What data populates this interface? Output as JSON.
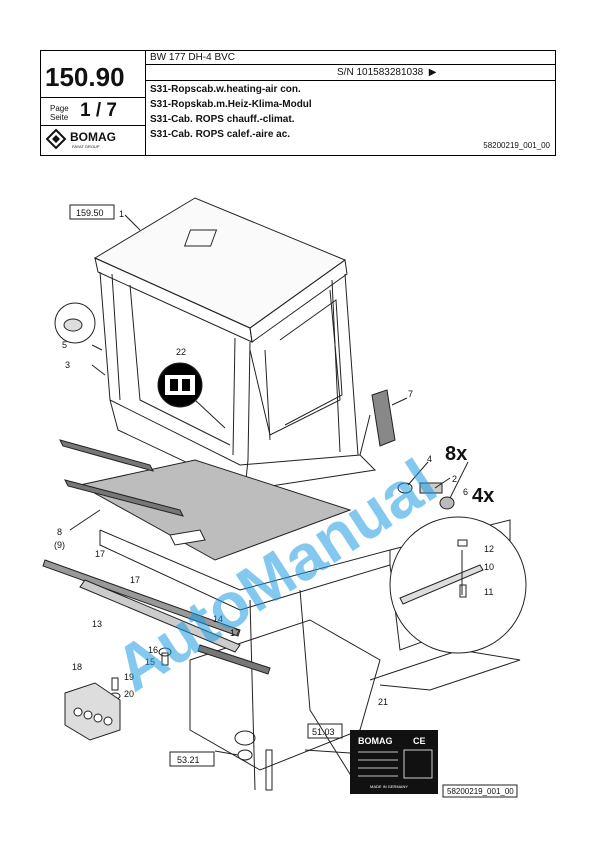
{
  "header": {
    "model": "BW 177 DH-4 BVC",
    "serial": "S/N 101583281038",
    "serial_arrow": "▶",
    "part_number": "150.90",
    "page_label_1": "Page",
    "page_label_2": "Seite",
    "page_value": "1 / 7",
    "logo_text": "BOMAG",
    "logo_subtext": "FAYAT GROUP",
    "descriptions": [
      "S31-Ropscab.w.heating-air con.",
      "S31-Ropskab.m.Heiz-Klima-Modul",
      "S31-Cab. ROPS chauff.-climat.",
      "S31-Cab. ROPS calef.-aire ac."
    ],
    "document_ref": "58200219_001_00"
  },
  "drawing": {
    "watermark": "AutoManual",
    "ref_boxes": [
      "159.50",
      "51.03",
      "53.21"
    ],
    "callouts": [
      "1",
      "2",
      "3",
      "4",
      "5",
      "6",
      "7",
      "8",
      "(9)",
      "10",
      "11",
      "12",
      "13",
      "14",
      "15",
      "16",
      "17",
      "17",
      "17",
      "18",
      "19",
      "20",
      "21",
      "22"
    ],
    "quantities": [
      "8x",
      "4x"
    ],
    "plate": {
      "brand": "BOMAG",
      "ce": "CE",
      "made_in": "MADE IN GERMANY"
    },
    "drawing_ref": "58200219_001_00"
  }
}
